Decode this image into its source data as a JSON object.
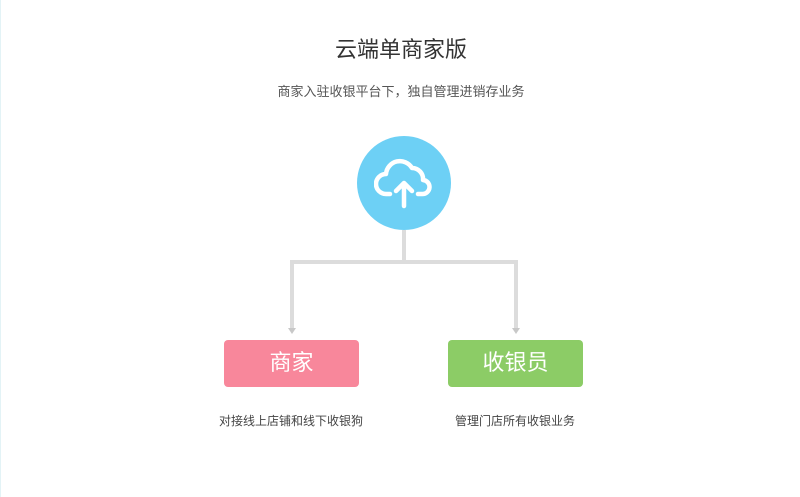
{
  "header": {
    "title": "云端单商家版",
    "subtitle": "商家入驻收银平台下，独自管理进销存业务"
  },
  "hub": {
    "icon": "cloud-upload-icon",
    "color": "#6dd0f5"
  },
  "nodes": [
    {
      "label": "商家",
      "caption": "对接线上店铺和线下收银狗",
      "color": "#f8879b"
    },
    {
      "label": "收银员",
      "caption": "管理门店所有收银业务",
      "color": "#8ccc66"
    }
  ]
}
